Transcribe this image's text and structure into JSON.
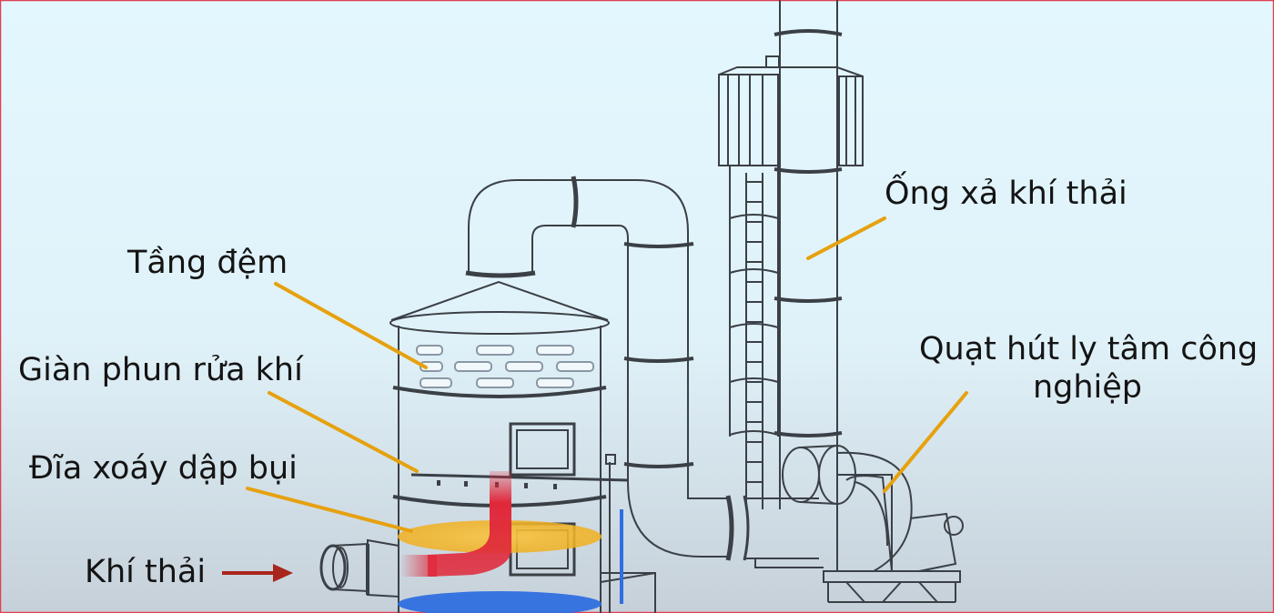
{
  "labels": {
    "exhaust_stack": "Ống xả khí thải",
    "packing_layer": "Tầng đệm",
    "spray_rack": "Giàn phun rửa khí",
    "swirl_disc": "Đĩa xoáy dập bụi",
    "exhaust_gas": "Khí thải",
    "fan_line1": "Quạt hút ly tâm công",
    "fan_line2": "nghiệp"
  },
  "colors": {
    "leader_line": "#e6a10e",
    "arrow": "#a8261c",
    "outline": "#3b4046",
    "water": "#2f6fe0",
    "gas_flow": "#e0283a",
    "swirl": "#f0b020",
    "background_top": "#e2f6fd",
    "background_bottom": "#c9d3dc",
    "border": "#e04050"
  }
}
